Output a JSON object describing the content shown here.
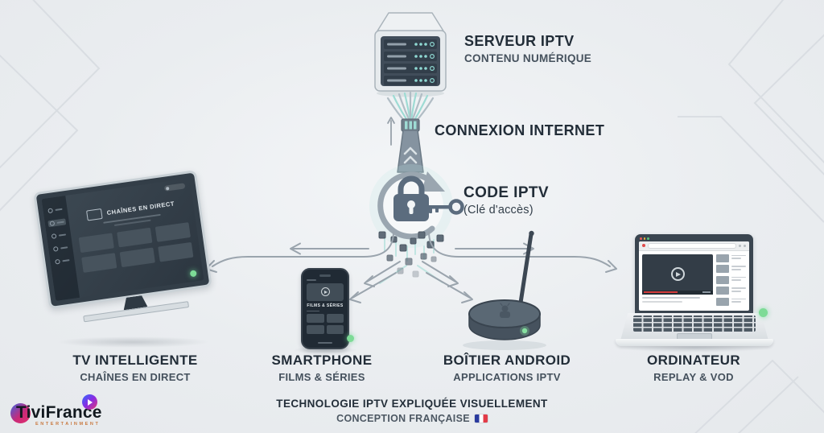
{
  "colors": {
    "background": "#e9ecef",
    "ink": "#222d38",
    "subtext": "#45515d",
    "line_gray": "#9aa4ad",
    "teal_accent": "#8fd8d2",
    "status_green": "#7ddb96",
    "slate": "#5b6c7e",
    "flag_blue": "#2a3b9e",
    "flag_red": "#e23b47"
  },
  "server": {
    "title": "SERVEUR IPTV",
    "subtitle": "CONTENU NUMÉRIQUE"
  },
  "connection": {
    "label": "CONNEXION INTERNET"
  },
  "access": {
    "title": "CODE IPTV",
    "subtitle": "(Clé d'accès)"
  },
  "devices": [
    {
      "title": "TV INTELLIGENTE",
      "subtitle": "CHAÎNES EN DIRECT",
      "screen_label": "CHAÎNES EN DIRECT"
    },
    {
      "title": "SMARTPHONE",
      "subtitle": "FILMS & SÉRIES",
      "screen_label": "FILMS & SÉRIES"
    },
    {
      "title": "BOÎTIER ANDROID",
      "subtitle": "APPLICATIONS IPTV"
    },
    {
      "title": "ORDINATEUR",
      "subtitle": "REPLAY & VOD"
    }
  ],
  "footer": {
    "title": "TECHNOLOGIE IPTV EXPLIQUÉE VISUELLEMENT",
    "subtitle": "CONCEPTION FRANÇAISE"
  },
  "logo": {
    "name": "TiviFrance",
    "tagline": "ENTERTAINMENT"
  },
  "icons": {
    "server": "server-rack-icon",
    "cable": "fiber-cable-icon",
    "lock": "padlock-icon",
    "key": "key-icon",
    "flag": "french-flag-icon",
    "play": "play-icon"
  }
}
